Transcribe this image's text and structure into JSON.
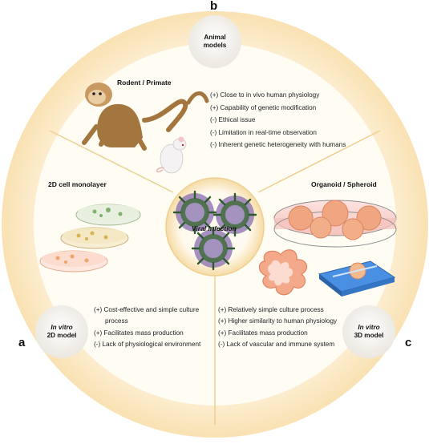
{
  "panel_letters": {
    "a": "a",
    "b": "b",
    "c": "c"
  },
  "center": {
    "label": "Viral infection"
  },
  "animal": {
    "badge_line1": "Animal",
    "badge_line2": "models",
    "title": "Rodent / Primate",
    "points": [
      "(+) Close to in vivo human physiology",
      "(+) Capability of genetic modification",
      "(-) Ethical issue",
      "(-) Limitation in  real-time observation",
      "(-) Inherent genetic heterogeneity with humans"
    ]
  },
  "model2d": {
    "badge_line1": "In vitro",
    "badge_line2": "2D model",
    "title": "2D cell monolayer",
    "points": [
      "(+) Cost-effective and simple culture",
      "process",
      "(+) Facilitates mass production",
      "(-) Lack of physiological environment"
    ]
  },
  "model3d": {
    "badge_line1": "In vitro",
    "badge_line2": "3D model",
    "title": "Organoid / Spheroid",
    "points": [
      "(+) Relatively simple culture process",
      "(+) Higher similarity to human physiology",
      "(+) Facilitates mass production",
      "(-) Lack of vascular and immune system"
    ]
  },
  "colors": {
    "outer_ring": "#fbe9c6",
    "inner_disc": "#fffcf4",
    "divider": "#f0cf8f",
    "badge": "#f4f2ee",
    "virus": "#3f6b3a",
    "virus_glow": "#b79ad8",
    "petri_green": "#7fb06d",
    "petri_yellow": "#d7b356",
    "petri_orange": "#efa46a",
    "organoid": "#f0a680",
    "chip": "#3d7fd1"
  }
}
